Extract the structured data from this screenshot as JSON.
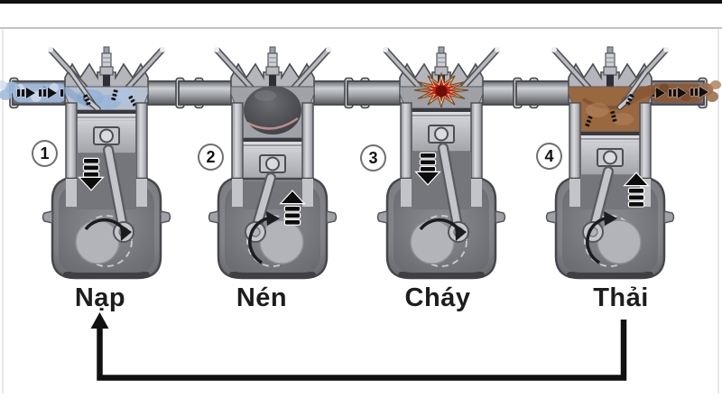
{
  "page": {
    "top_bar_color": "#0f0f0f",
    "divider_color": "#c4c4c6",
    "edge_line_color": "#e3e3e6",
    "background": "#ffffff"
  },
  "diagram": {
    "strokes": [
      {
        "number": "1",
        "label": "Nạp",
        "piston_motion": "down",
        "flow": "intake-charge-entering-left-pipe",
        "chamber": "fresh-mixture-blue"
      },
      {
        "number": "2",
        "label": "Nén",
        "piston_motion": "up",
        "flow": "none",
        "chamber": "compressed-charge-dark"
      },
      {
        "number": "3",
        "label": "Cháy",
        "piston_motion": "down",
        "flow": "none",
        "chamber": "ignition-flame-red"
      },
      {
        "number": "4",
        "label": "Thải",
        "piston_motion": "up",
        "flow": "exhaust-gas-leaving-right-pipe",
        "chamber": "exhaust-gas-brown"
      }
    ],
    "colors": {
      "intake_flow": "#9db8da",
      "intake_flow_light": "#cfdcef",
      "intake_flow_dark": "#5f82b4",
      "exhaust_flow": "#8a5634",
      "exhaust_flow_dark": "#6b3f22",
      "exhaust_cloud": "#9c6f4e",
      "explosion_red": "#c32616",
      "explosion_core": "#6d0f06",
      "explosion_rim": "#ecd9a8",
      "compressed_charge": "#3c3d42",
      "compressed_rim": "#cf9a93",
      "metal_outline": "#46474c",
      "metal_light": "#d8dade",
      "metal_mid": "#a7a9ae",
      "metal_dark": "#55565c",
      "motion_arrow": "#0c0c0c",
      "cycle_arrow": "#111111",
      "label_text": "#1d1d1d"
    },
    "cycle_arrow": {
      "from": "Thải",
      "to": "Nạp"
    }
  }
}
